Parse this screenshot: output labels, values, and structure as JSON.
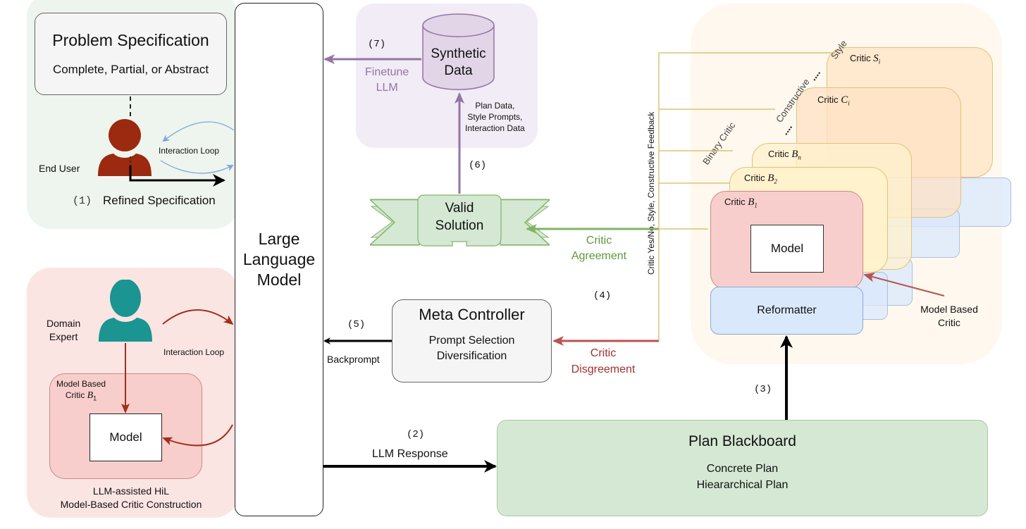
{
  "colors": {
    "user_panel_bg": "#eef5ee",
    "expert_panel_bg": "#fbe5e3",
    "synthetic_panel_bg": "#f1ecf5",
    "critic_panel_bg": "#fef8ee",
    "end_user_color": "#9b2a10",
    "domain_expert_color": "#1b9591",
    "purple_arrow": "#9673a6",
    "green_arrow": "#82b366",
    "red_arrow": "#b85450",
    "blue_arrow": "#7ea6d8",
    "critic_b1_fill": "#f8cecc",
    "critic_b_fill": "#fff2cc",
    "critic_c_fill": "#ffe6cc",
    "reformatter_fill": "#dae8fc",
    "plan_fill": "#d5e8d4"
  },
  "problem_spec": {
    "title": "Problem Specification",
    "subtitle": "Complete, Partial, or Abstract"
  },
  "end_user": {
    "label": "End User",
    "interaction_loop": "Interaction Loop",
    "step": "(1)",
    "refined_spec": "Refined Specification"
  },
  "llm": {
    "line1": "Large",
    "line2": "Language",
    "line3": "Model"
  },
  "synthetic_data": {
    "line1": "Synthetic",
    "line2": "Data",
    "step": "(7)",
    "finetune1": "Finetune",
    "finetune2": "LLM",
    "inputs1": "Plan Data,",
    "inputs2": "Style Prompts,",
    "inputs3": "Interaction Data"
  },
  "valid_solution": {
    "step": "(6)",
    "line1": "Valid",
    "line2": "Solution",
    "agreement1": "Critic",
    "agreement2": "Agreement"
  },
  "meta_controller": {
    "title": "Meta Controller",
    "line1": "Prompt Selection",
    "line2": "Diversification",
    "step": "(5)",
    "backprompt": "Backprompt",
    "disagreement1": "Critic",
    "disagreement2": "Disgreement",
    "step4": "(4)"
  },
  "critics": {
    "feedback_label": "Critic Yes/No, Style, Constructive Feedback",
    "category_binary": "Binary Critic",
    "category_constructive": "Constructive",
    "category_style": "Style",
    "ellipsis": "....",
    "critic_prefix": "Critic",
    "critic_s": "S",
    "critic_s_sub": "i",
    "critic_c": "C",
    "critic_c_sub": "i",
    "critic_bn": "B",
    "critic_bn_sub": "n",
    "critic_b2": "B",
    "critic_b2_sub": "2",
    "critic_b1": "B",
    "critic_b1_sub": "1",
    "model": "Model",
    "reformatter": "Reformatter",
    "model_based1": "Model Based",
    "model_based2": "Critic"
  },
  "plan_blackboard": {
    "title": "Plan Blackboard",
    "line1": "Concrete Plan",
    "line2": "Hieararchical Plan",
    "step3": "(3)",
    "step2": "(2)",
    "llm_response": "LLM Response"
  },
  "domain_expert": {
    "line1": "Domain",
    "line2": "Expert",
    "interaction_loop": "Interaction Loop",
    "critic_label1": "Model Based",
    "critic_label2": "Critic",
    "critic_sym": "B",
    "critic_sub": "1",
    "model": "Model",
    "caption1": "LLM-assisted HiL",
    "caption2": "Model-Based Critic Construction"
  }
}
